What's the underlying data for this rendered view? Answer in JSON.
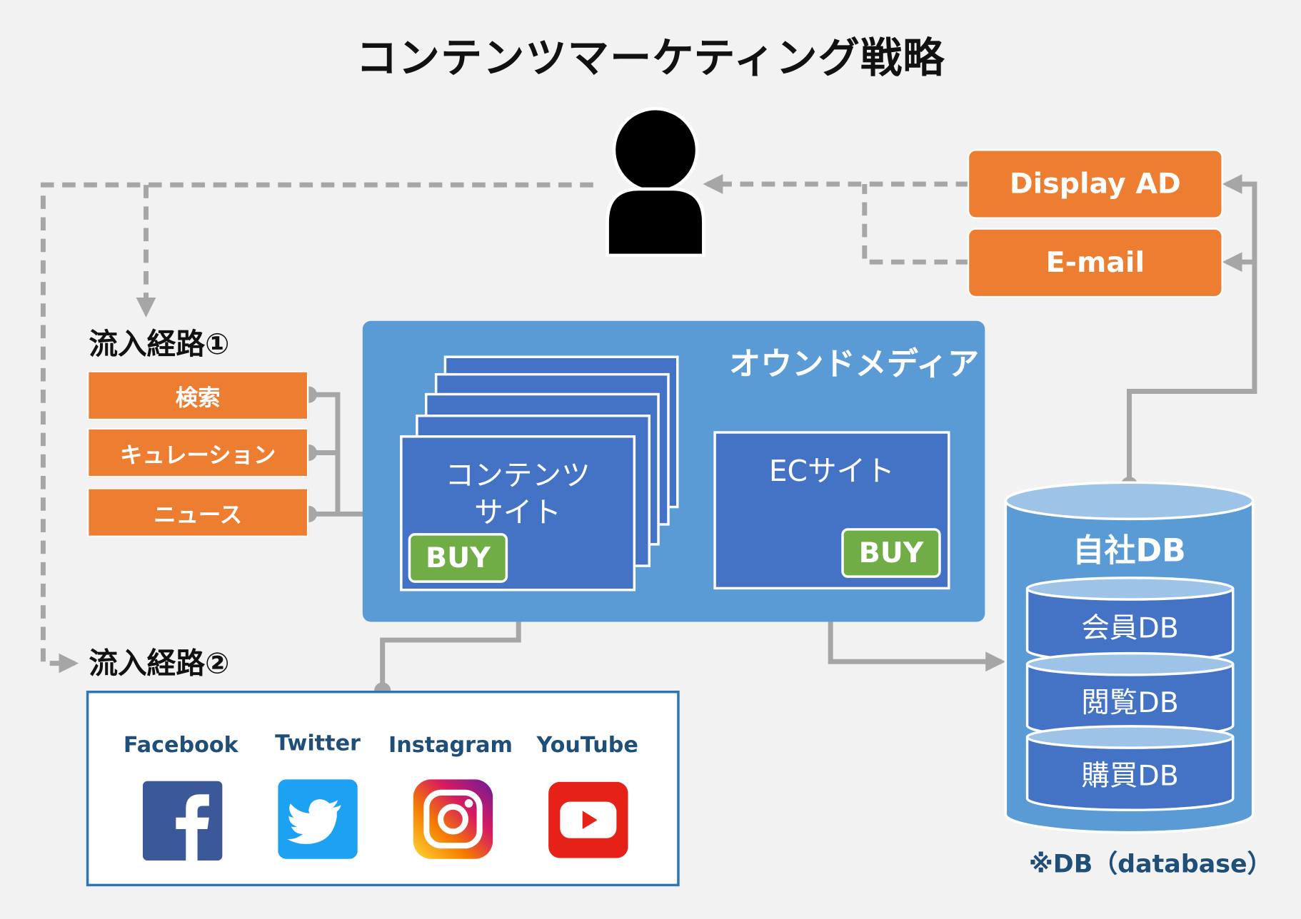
{
  "title": "コンテンツマーケティング戦略",
  "ads": {
    "display": "Display AD",
    "email": "E-mail"
  },
  "inflow1": {
    "heading": "流入経路①",
    "items": [
      "検索",
      "キュレーション",
      "ニュース"
    ]
  },
  "inflow2": {
    "heading": "流入経路②"
  },
  "owned": {
    "title": "オウンドメディア",
    "content_site_line1": "コンテンツ",
    "content_site_line2": "サイト",
    "buy": "BUY",
    "ec_site": "ECサイト"
  },
  "sns": [
    {
      "label": "Facebook",
      "icon": "facebook-icon"
    },
    {
      "label": "Twitter",
      "icon": "twitter-icon"
    },
    {
      "label": "Instagram",
      "icon": "instagram-icon"
    },
    {
      "label": "YouTube",
      "icon": "youtube-icon"
    }
  ],
  "db": {
    "title": "自社DB",
    "layers": [
      "会員DB",
      "閲覧DB",
      "購買DB"
    ],
    "note": "※DB（database）"
  },
  "colors": {
    "orange": "#ed7d31",
    "blue_panel": "#5b9bd5",
    "blue_card": "#4472c4",
    "green": "#70ad47",
    "connector": "#a6a6a6"
  }
}
